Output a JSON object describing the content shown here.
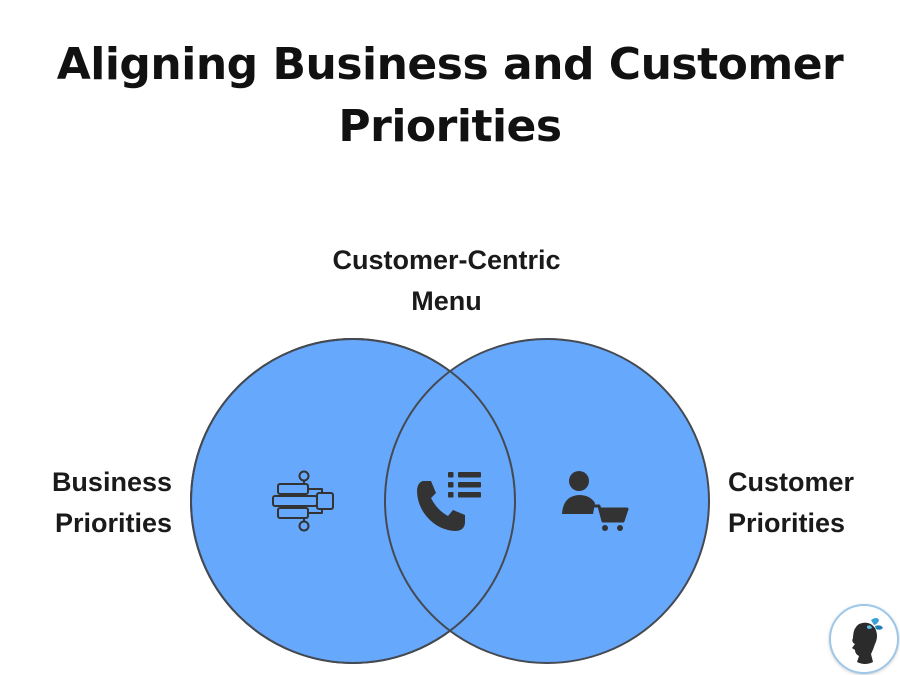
{
  "title": {
    "line1": "Aligning Business and Customer",
    "line2": "Priorities"
  },
  "diagram": {
    "type": "venn",
    "circle_fill": "#66a8fb",
    "circle_stroke": "#454a52",
    "icon_color": "#333333",
    "left_circle": {
      "label_line1": "Business",
      "label_line2": "Priorities",
      "icon": "process-flowchart-icon"
    },
    "right_circle": {
      "label_line1": "Customer",
      "label_line2": "Priorities",
      "icon": "customer-cart-icon"
    },
    "intersection": {
      "label_line1": "Customer-Centric",
      "label_line2": "Menu",
      "icon": "phone-menu-list-icon"
    }
  },
  "logo": {
    "icon": "silhouette-butterfly-logo-icon"
  }
}
